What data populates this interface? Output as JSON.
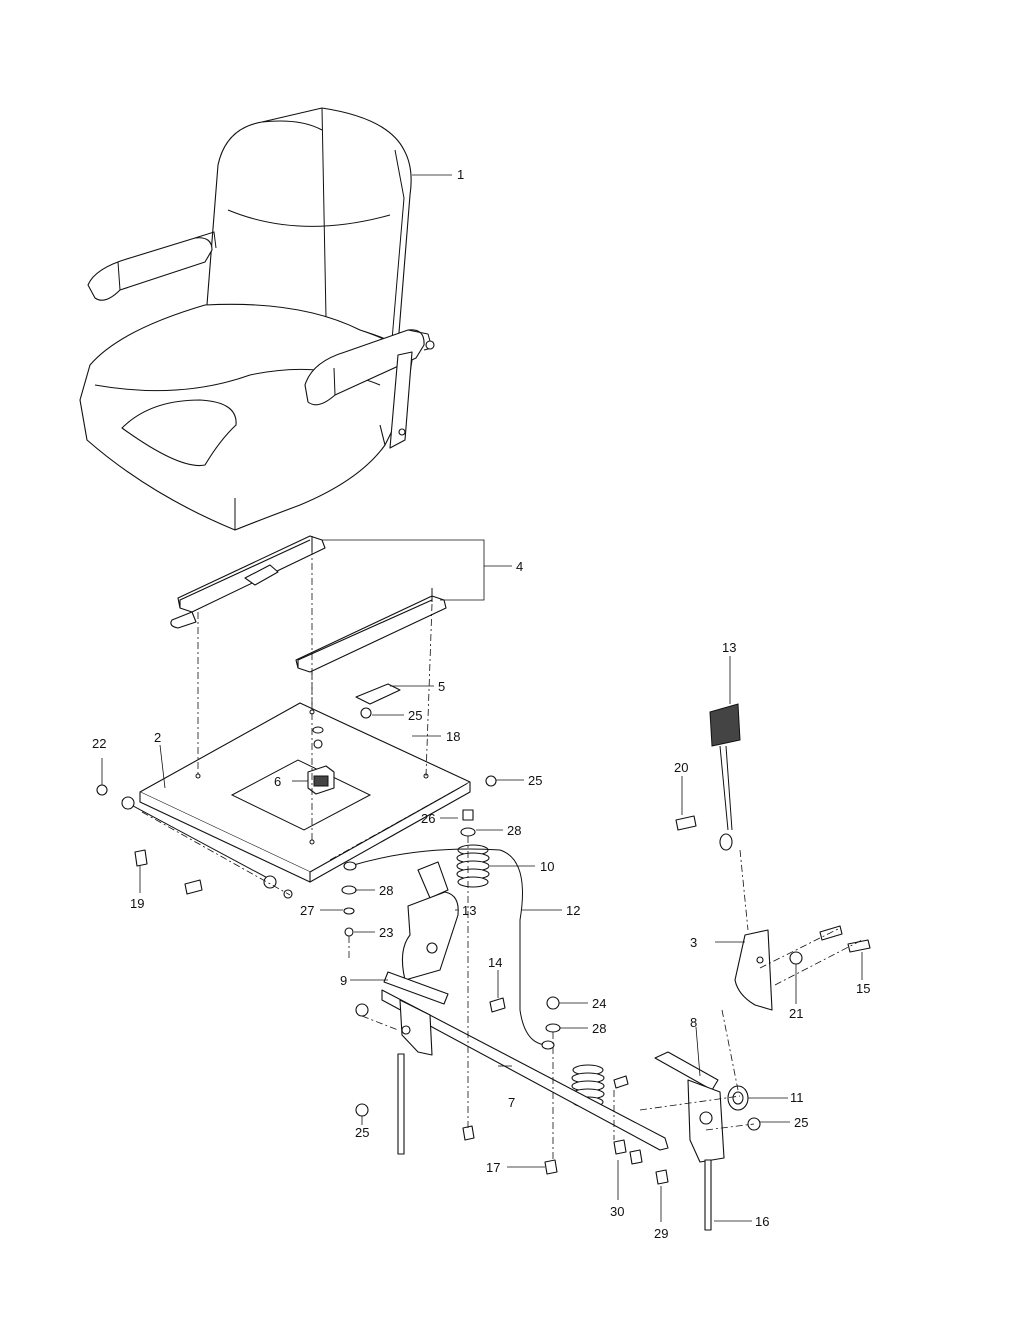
{
  "callouts": {
    "c1": "1",
    "c2": "2",
    "c3": "3",
    "c4": "4",
    "c5": "5",
    "c6": "6",
    "c7": "7",
    "c8": "8",
    "c9": "9",
    "c10": "10",
    "c11": "11",
    "c12": "12",
    "c13a": "13",
    "c13b": "13",
    "c14": "14",
    "c15": "15",
    "c16": "16",
    "c17": "17",
    "c18": "18",
    "c19": "19",
    "c20": "20",
    "c21": "21",
    "c22": "22",
    "c23": "23",
    "c24": "24",
    "c25a": "25",
    "c25b": "25",
    "c25c": "25",
    "c25d": "25",
    "c26": "26",
    "c27": "27",
    "c28a": "28",
    "c28b": "28",
    "c28c": "28",
    "c29": "29",
    "c30": "30"
  }
}
